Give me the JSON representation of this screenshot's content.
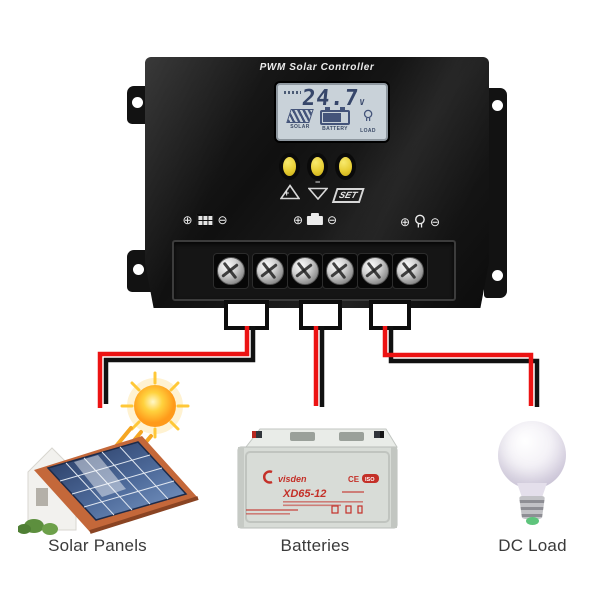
{
  "controller": {
    "title": "PWM Solar Controller",
    "lcd": {
      "reading": "24.7",
      "unit": "V",
      "solar_label": "SOLAR",
      "battery_label": "BATTERY",
      "load_label": "LOAD"
    },
    "buttons": {
      "up": "+",
      "down": "−",
      "set": "SET"
    },
    "terminal_plus": "⊕",
    "terminal_minus": "⊖"
  },
  "components": {
    "solar": {
      "label": "Solar Panels"
    },
    "battery": {
      "label": "Batteries",
      "brand": "visden",
      "model": "XD65-12",
      "ce_mark": "CE",
      "iso_mark": "ISO"
    },
    "load": {
      "label": "DC Load"
    }
  },
  "colors": {
    "wire_positive": "#ec1313",
    "wire_negative": "#111111",
    "controller_body": "#141414",
    "lcd_screen": "#c9d2d9",
    "lcd_segments": "#36466a",
    "button_yellow": "#e7cd33",
    "battery_text": "#c43028"
  }
}
